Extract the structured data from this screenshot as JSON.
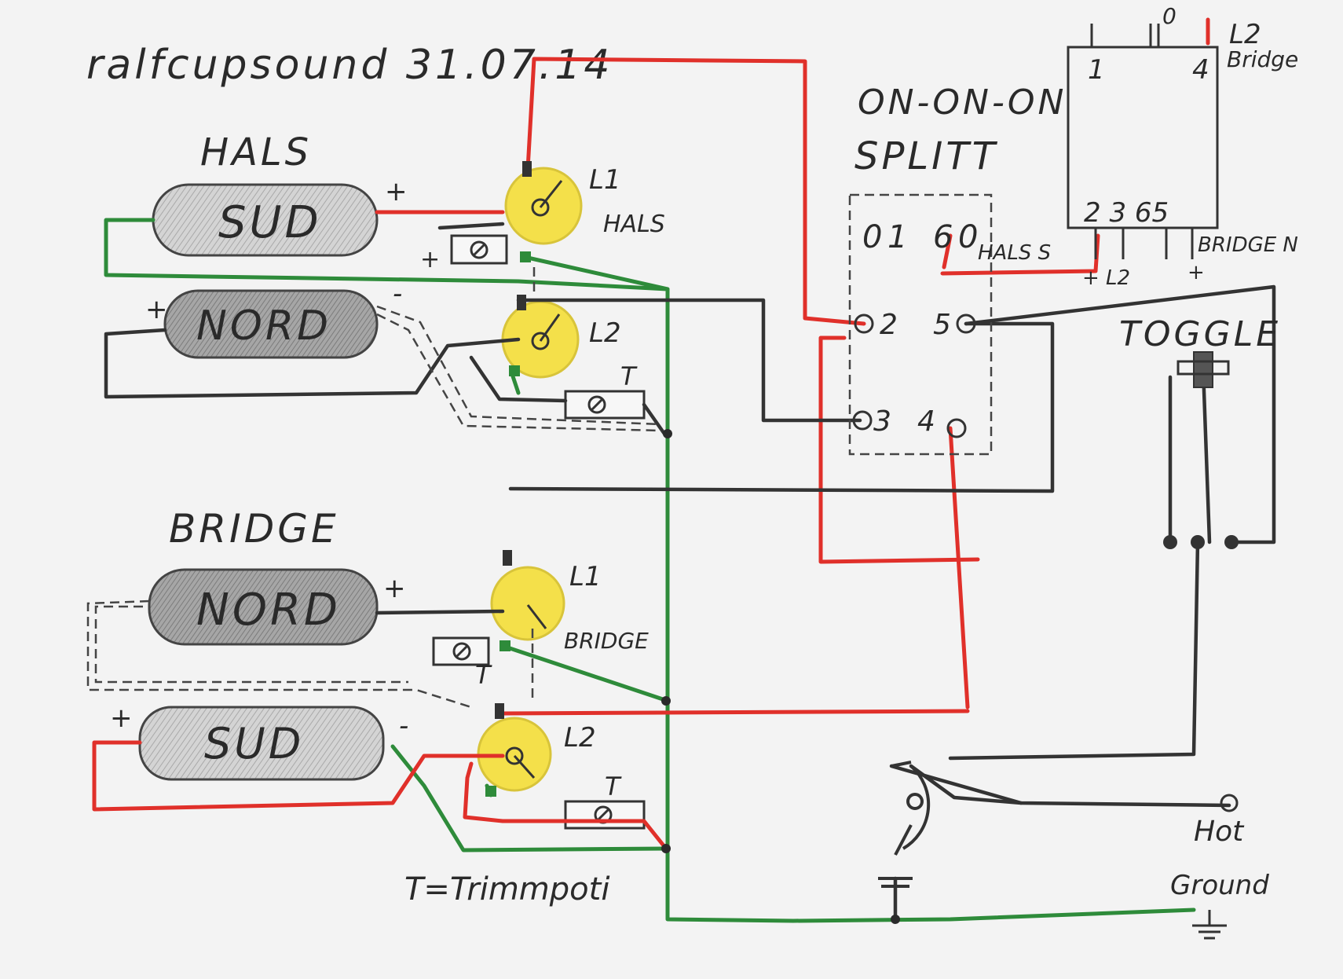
{
  "header": {
    "author_date": "ralfcupsound 31.07.14"
  },
  "neck": {
    "title": "HALS",
    "coil_top": {
      "label": "SUD",
      "sign": "+"
    },
    "coil_bottom": {
      "label": "NORD",
      "sign_left": "+",
      "sign_right": "-"
    },
    "pot_top": {
      "label": "L1",
      "sublabel": "HALS"
    },
    "pot_bottom": {
      "label": "L2"
    },
    "trim_top": {
      "sign": "+"
    },
    "trim_bottom": {
      "label": "T"
    }
  },
  "bridge": {
    "title": "BRIDGE",
    "coil_top": {
      "label": "NORD",
      "sign": "+"
    },
    "coil_bottom": {
      "label": "SUD",
      "sign_left": "+",
      "sign_right": "-"
    },
    "pot_top": {
      "label": "L1",
      "sublabel": "BRIDGE"
    },
    "pot_bottom": {
      "label": "L2"
    },
    "trim_top": {
      "label": "T"
    },
    "trim_bottom": {
      "label": "T"
    }
  },
  "switch": {
    "title_line1": "ON-ON-ON",
    "title_line2": "SPLITT",
    "lugs": [
      "0",
      "1",
      "6",
      "0",
      "2",
      "5",
      "3",
      "4"
    ]
  },
  "legend_box": {
    "tab_mid": "0",
    "tab_right": "L2",
    "tab_right_sub": "Bridge",
    "pin_1": "1",
    "pin_4": "4",
    "pins_bottom": "2 3 65",
    "label_left": "HALS S",
    "label_right": "BRIDGE N",
    "mark_left": "+ L2",
    "mark_right": "+"
  },
  "toggle": {
    "label": "TOGGLE"
  },
  "output": {
    "hot": "Hot",
    "ground": "Ground"
  },
  "footnote": "T=Trimmpoti",
  "colors": {
    "wire_red": "#e0302a",
    "wire_green": "#2e8b3a",
    "wire_black": "#333333",
    "pot_yellow": "#f4e04a",
    "coil_grey": "#c8c8c8",
    "coil_dark": "#9a9a9a"
  }
}
